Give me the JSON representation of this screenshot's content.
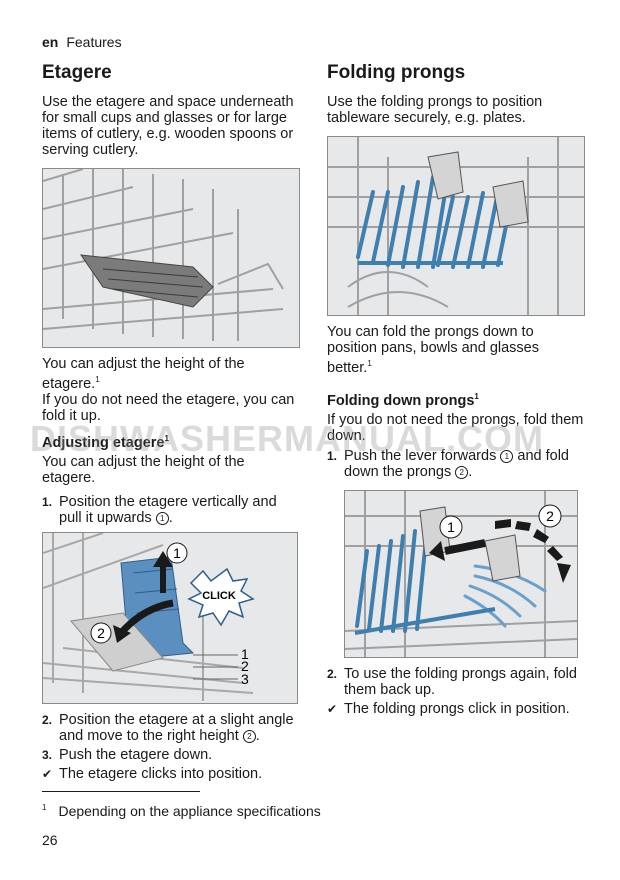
{
  "header": {
    "lang": "en",
    "section": "Features"
  },
  "left": {
    "title": "Etagere",
    "intro": "Use the etagere and space underneath for small cups and glasses or for large items of cutlery, e.g. wooden spoons or serving cutlery.",
    "adjust_text": "You can adjust the height of the etagere.",
    "fold_text": "If you do not need the etagere, you can fold it up.",
    "subhead": "Adjusting etagere",
    "sub_text": "You can adjust the height of the etagere.",
    "step1_num": "1.",
    "step1_text": "Position the etagere vertically and pull it upwards",
    "step1_ref": "1",
    "figure2": {
      "callout1": "1",
      "callout2": "2",
      "click": "CLICK",
      "level1": "1",
      "level2": "2",
      "level3": "3"
    },
    "step2_num": "2.",
    "step2_text": "Position the etagere at a slight angle and move to the right height",
    "step2_ref": "2",
    "step3_num": "3.",
    "step3_text": "Push the etagere down.",
    "check": "✔",
    "result": "The etagere clicks into position."
  },
  "right": {
    "title": "Folding prongs",
    "intro": "Use the folding prongs to position tableware securely, e.g. plates.",
    "fold_text": "You can fold the prongs down to position pans, bowls and glasses better.",
    "subhead": "Folding down prongs",
    "sub_text": "If you do not need the prongs, fold them down.",
    "step1_num": "1.",
    "step1_text_a": "Push the lever forwards",
    "step1_ref1": "1",
    "step1_text_b": "and fold down the prongs",
    "step1_ref2": "2",
    "figure2": {
      "callout1": "1",
      "callout2": "2"
    },
    "step2_num": "2.",
    "step2_text": "To use the folding prongs again, fold them back up.",
    "check": "✔",
    "result": "The folding prongs click in position."
  },
  "footnote": {
    "mark": "1",
    "text": "Depending on the appliance specifications"
  },
  "page_number": "26",
  "sup_mark": "1",
  "watermark": "DISHWASHERMANUAL.COM",
  "colors": {
    "prong_blue": "#3f7fb0",
    "figure_bg": "#e6e8ea",
    "wire": "#9a9a9a"
  }
}
